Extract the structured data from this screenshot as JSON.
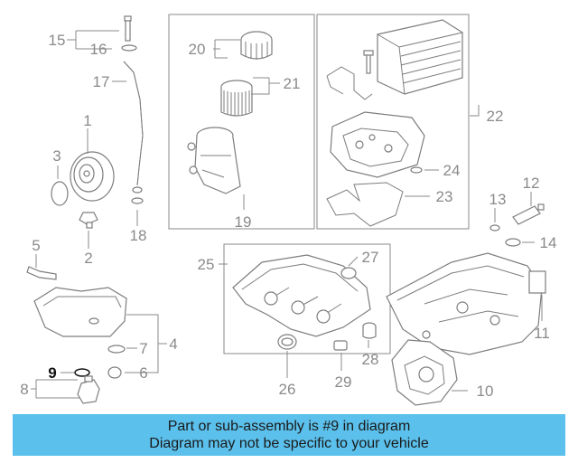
{
  "callouts": [
    "1",
    "2",
    "3",
    "4",
    "5",
    "6",
    "7",
    "8",
    "9",
    "10",
    "11",
    "12",
    "13",
    "14",
    "15",
    "16",
    "17",
    "18",
    "19",
    "20",
    "21",
    "22",
    "23",
    "24",
    "25",
    "26",
    "27",
    "28",
    "29"
  ],
  "highlighted_callout": "9",
  "colors": {
    "banner": "#5bc0eb",
    "callout": "#8a8a8a",
    "highlight": "#111111",
    "linework": "#7d7d7d"
  },
  "banner": {
    "line1": "Part or sub-assembly is #9 in diagram",
    "line2": "Diagram may not be specific to your vehicle"
  }
}
